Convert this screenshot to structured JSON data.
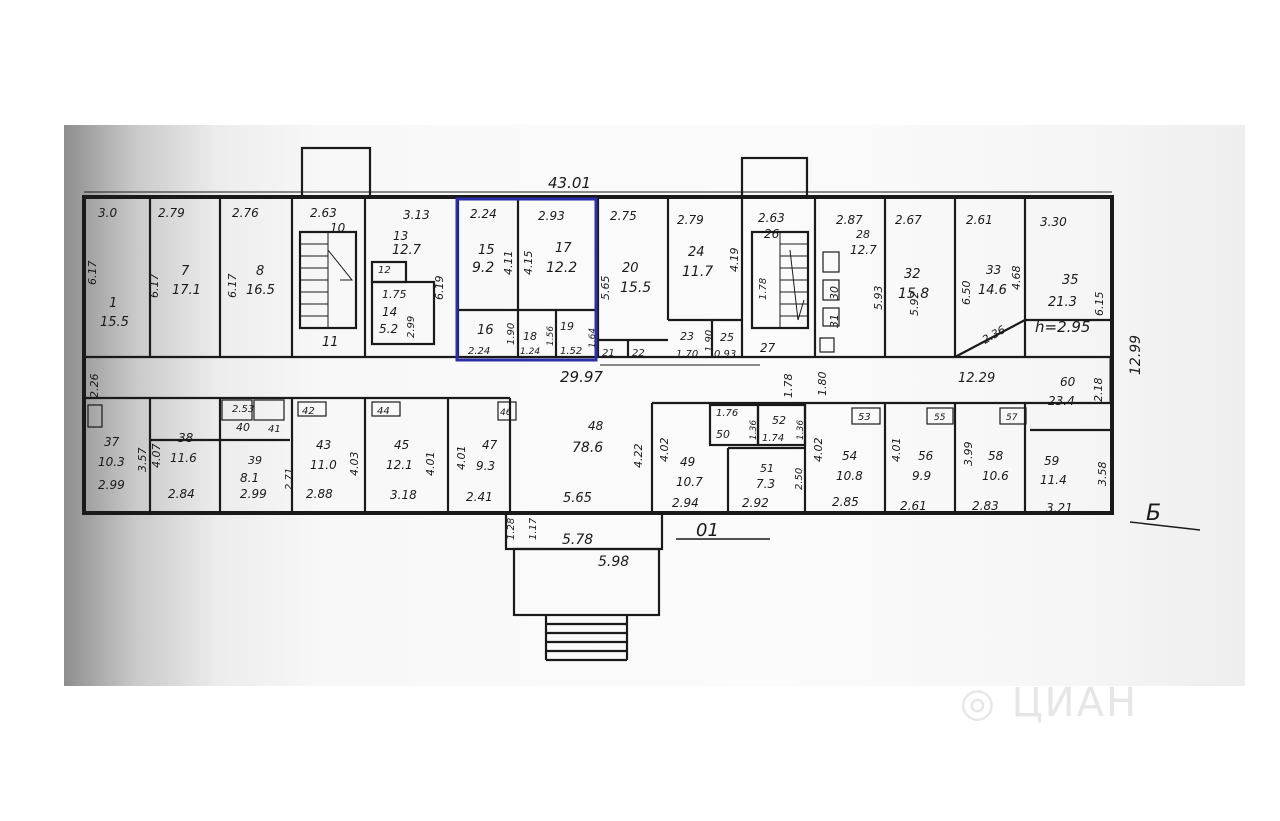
{
  "plan": {
    "overall_length": "43.01",
    "corridor_length": "29.97",
    "corridor_length_right": "12.29",
    "entrance_width": "5.78",
    "porch_width": "5.98",
    "building_depth": "12.99",
    "ceiling_height": "h=2.95",
    "section_label_1": "01",
    "section_label_2": "Б",
    "highlight_color": "#2b2fa8",
    "line_color": "#1a1a1a"
  },
  "labels": [
    {
      "id": "r1-w",
      "text": "3.0"
    },
    {
      "id": "r1-no",
      "text": "1"
    },
    {
      "id": "r1-area",
      "text": "15.5"
    },
    {
      "id": "r1-d",
      "text": "6.17"
    },
    {
      "id": "r7-w",
      "text": "2.79"
    },
    {
      "id": "r7-d",
      "text": "6.17"
    },
    {
      "id": "r7-no",
      "text": "7"
    },
    {
      "id": "r7-area",
      "text": "17.1"
    },
    {
      "id": "r8-w",
      "text": "2.76"
    },
    {
      "id": "r8-d",
      "text": "6.17"
    },
    {
      "id": "r8-no",
      "text": "8"
    },
    {
      "id": "r8-area",
      "text": "16.5"
    },
    {
      "id": "r10-w",
      "text": "2.63"
    },
    {
      "id": "r10-no",
      "text": "10"
    },
    {
      "id": "r11-no",
      "text": "11"
    },
    {
      "id": "r13-w",
      "text": "3.13"
    },
    {
      "id": "r13-no",
      "text": "13"
    },
    {
      "id": "r13-area",
      "text": "12.7"
    },
    {
      "id": "r13-d",
      "text": "6.19"
    },
    {
      "id": "r12-no",
      "text": "12"
    },
    {
      "id": "r14-w",
      "text": "1.75"
    },
    {
      "id": "r14-no",
      "text": "14"
    },
    {
      "id": "r14-area",
      "text": "5.2"
    },
    {
      "id": "r14-d",
      "text": "2.99"
    },
    {
      "id": "r15-w",
      "text": "2.24"
    },
    {
      "id": "r15-no",
      "text": "15"
    },
    {
      "id": "r15-area",
      "text": "9.2"
    },
    {
      "id": "r15-d",
      "text": "4.11"
    },
    {
      "id": "r17-w",
      "text": "2.93"
    },
    {
      "id": "r17-d",
      "text": "4.15"
    },
    {
      "id": "r17-no",
      "text": "17"
    },
    {
      "id": "r17-area",
      "text": "12.2"
    },
    {
      "id": "r16-no",
      "text": "16"
    },
    {
      "id": "r16-w",
      "text": "2.24"
    },
    {
      "id": "r16-d",
      "text": "1.90"
    },
    {
      "id": "r18-no",
      "text": "18"
    },
    {
      "id": "r18-w",
      "text": "1.24"
    },
    {
      "id": "r18-d",
      "text": "1.56"
    },
    {
      "id": "r19-no",
      "text": "19"
    },
    {
      "id": "r19-w",
      "text": "1.52"
    },
    {
      "id": "r19-d",
      "text": "1.64"
    },
    {
      "id": "r20-w",
      "text": "2.75"
    },
    {
      "id": "r20-d",
      "text": "5.65"
    },
    {
      "id": "r20-no",
      "text": "20"
    },
    {
      "id": "r20-area",
      "text": "15.5"
    },
    {
      "id": "r21-no",
      "text": "21"
    },
    {
      "id": "r22-no",
      "text": "22"
    },
    {
      "id": "r24-w",
      "text": "2.79"
    },
    {
      "id": "r24-no",
      "text": "24"
    },
    {
      "id": "r24-area",
      "text": "11.7"
    },
    {
      "id": "r24-d",
      "text": "4.19"
    },
    {
      "id": "r23-no",
      "text": "23"
    },
    {
      "id": "r23-w",
      "text": "1.70"
    },
    {
      "id": "r23-d",
      "text": "1.90"
    },
    {
      "id": "r25-no",
      "text": "25"
    },
    {
      "id": "r25-w",
      "text": "0.93"
    },
    {
      "id": "r26-w",
      "text": "2.63"
    },
    {
      "id": "r26-no",
      "text": "26"
    },
    {
      "id": "r27-no",
      "text": "27"
    },
    {
      "id": "r26-d",
      "text": "1.78"
    },
    {
      "id": "r28-w",
      "text": "2.87"
    },
    {
      "id": "r28-no",
      "text": "28"
    },
    {
      "id": "r28-area",
      "text": "12.7"
    },
    {
      "id": "r28-d",
      "text": "5.93"
    },
    {
      "id": "r30-no",
      "text": "30"
    },
    {
      "id": "r31-no",
      "text": "31"
    },
    {
      "id": "r32-w",
      "text": "2.67"
    },
    {
      "id": "r32-d",
      "text": "5.92"
    },
    {
      "id": "r32-no",
      "text": "32"
    },
    {
      "id": "r32-area",
      "text": "15.8"
    },
    {
      "id": "r33-w",
      "text": "2.61"
    },
    {
      "id": "r33-d",
      "text": "6.50"
    },
    {
      "id": "r33-no",
      "text": "33"
    },
    {
      "id": "r33-area",
      "text": "14.6"
    },
    {
      "id": "r33-d2",
      "text": "4.68"
    },
    {
      "id": "r34-w",
      "text": "2.36"
    },
    {
      "id": "r35-w",
      "text": "3.30"
    },
    {
      "id": "r35-no",
      "text": "35"
    },
    {
      "id": "r35-area",
      "text": "21.3"
    },
    {
      "id": "r35-d",
      "text": "6.15"
    },
    {
      "id": "c-w",
      "text": "2.26"
    },
    {
      "id": "c-d1",
      "text": "1.78"
    },
    {
      "id": "c-d2",
      "text": "1.80"
    },
    {
      "id": "r60-no",
      "text": "60"
    },
    {
      "id": "r60-area",
      "text": "23.4"
    },
    {
      "id": "r60-d",
      "text": "2.18"
    },
    {
      "id": "r37-no",
      "text": "37"
    },
    {
      "id": "r37-area",
      "text": "10.3"
    },
    {
      "id": "r37-w",
      "text": "2.99"
    },
    {
      "id": "r37-d",
      "text": "3.57"
    },
    {
      "id": "r38-no",
      "text": "38"
    },
    {
      "id": "r38-area",
      "text": "11.6"
    },
    {
      "id": "r38-d",
      "text": "4.07"
    },
    {
      "id": "r38-w",
      "text": "2.84"
    },
    {
      "id": "r39-no",
      "text": "39"
    },
    {
      "id": "r39-area",
      "text": "8.1"
    },
    {
      "id": "r39-w",
      "text": "2.99"
    },
    {
      "id": "r39-d",
      "text": "2.71"
    },
    {
      "id": "r40-no",
      "text": "40"
    },
    {
      "id": "r41-no",
      "text": "41"
    },
    {
      "id": "r40-w",
      "text": "2.53"
    },
    {
      "id": "r42-no",
      "text": "42"
    },
    {
      "id": "r43-no",
      "text": "43"
    },
    {
      "id": "r43-area",
      "text": "11.0"
    },
    {
      "id": "r43-d",
      "text": "4.03"
    },
    {
      "id": "r43-w",
      "text": "2.88"
    },
    {
      "id": "r44-no",
      "text": "44"
    },
    {
      "id": "r45-no",
      "text": "45"
    },
    {
      "id": "r45-area",
      "text": "12.1"
    },
    {
      "id": "r45-d",
      "text": "4.01"
    },
    {
      "id": "r45-w",
      "text": "3.18"
    },
    {
      "id": "r46-no",
      "text": "46"
    },
    {
      "id": "r47-d",
      "text": "4.01"
    },
    {
      "id": "r47-no",
      "text": "47"
    },
    {
      "id": "r47-area",
      "text": "9.3"
    },
    {
      "id": "r47-w",
      "text": "2.41"
    },
    {
      "id": "r48-no",
      "text": "48"
    },
    {
      "id": "r48-area",
      "text": "78.6"
    },
    {
      "id": "r48-d",
      "text": "4.22"
    },
    {
      "id": "r48-w",
      "text": "5.65"
    },
    {
      "id": "r49-d",
      "text": "4.02"
    },
    {
      "id": "r49-no",
      "text": "49"
    },
    {
      "id": "r49-area",
      "text": "10.7"
    },
    {
      "id": "r49-w",
      "text": "2.94"
    },
    {
      "id": "r50-no",
      "text": "50"
    },
    {
      "id": "r50-w",
      "text": "1.76"
    },
    {
      "id": "r50-d",
      "text": "1.36"
    },
    {
      "id": "r51-no",
      "text": "51"
    },
    {
      "id": "r51-area",
      "text": "7.3"
    },
    {
      "id": "r51-w",
      "text": "2.92"
    },
    {
      "id": "r51-d",
      "text": "2.50"
    },
    {
      "id": "r52-no",
      "text": "52"
    },
    {
      "id": "r52-w",
      "text": "1.74"
    },
    {
      "id": "r52-d",
      "text": "1.36"
    },
    {
      "id": "r53-no",
      "text": "53"
    },
    {
      "id": "r54-d",
      "text": "4.02"
    },
    {
      "id": "r54-no",
      "text": "54"
    },
    {
      "id": "r54-area",
      "text": "10.8"
    },
    {
      "id": "r54-w",
      "text": "2.85"
    },
    {
      "id": "r55-no",
      "text": "55"
    },
    {
      "id": "r56-d",
      "text": "4.01"
    },
    {
      "id": "r56-no",
      "text": "56"
    },
    {
      "id": "r56-area",
      "text": "9.9"
    },
    {
      "id": "r56-w",
      "text": "2.61"
    },
    {
      "id": "r57-no",
      "text": "57"
    },
    {
      "id": "r58-d",
      "text": "3.99"
    },
    {
      "id": "r58-no",
      "text": "58"
    },
    {
      "id": "r58-area",
      "text": "10.6"
    },
    {
      "id": "r58-w",
      "text": "2.83"
    },
    {
      "id": "r59-no",
      "text": "59"
    },
    {
      "id": "r59-area",
      "text": "11.4"
    },
    {
      "id": "r59-d",
      "text": "3.58"
    },
    {
      "id": "r59-w",
      "text": "3.21"
    },
    {
      "id": "e-d1",
      "text": "1.28"
    },
    {
      "id": "e-d2",
      "text": "1.17"
    }
  ]
}
